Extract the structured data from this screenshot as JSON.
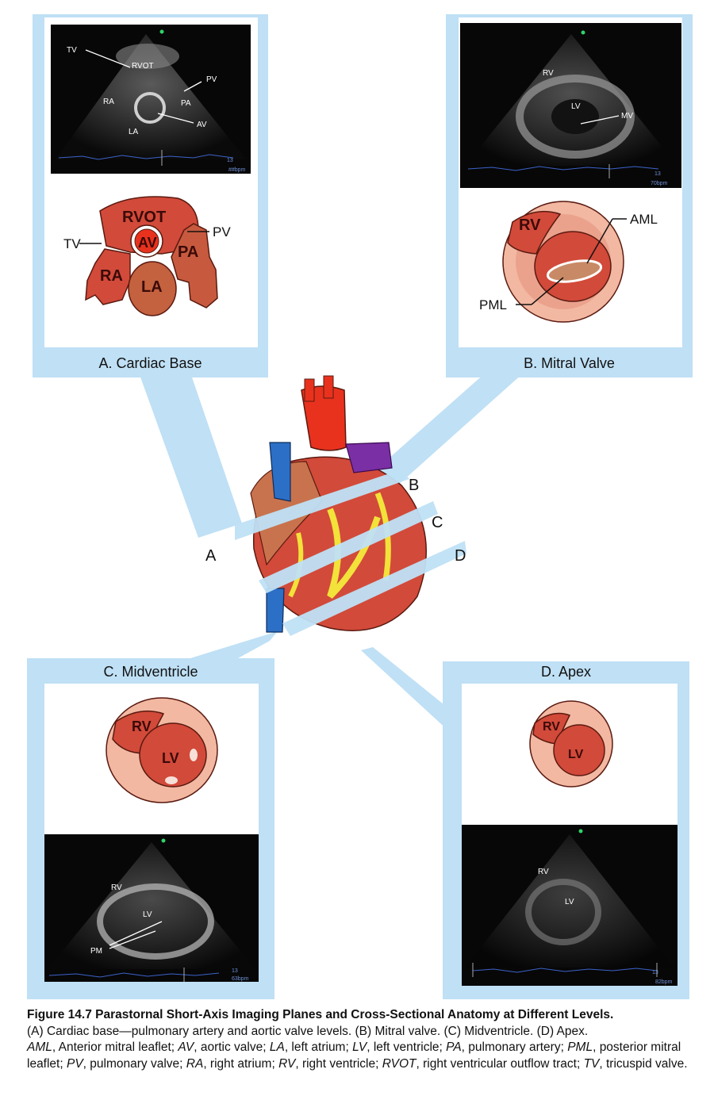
{
  "panels": {
    "a": {
      "title": "A. Cardiac Base",
      "echo_labels": {
        "tv": "TV",
        "rvot": "RVOT",
        "pv": "PV",
        "ra": "RA",
        "pa": "PA",
        "av": "AV",
        "la": "LA"
      },
      "echo_depth": "13",
      "echo_hr": "##bpm",
      "diagram_labels": {
        "rvot": "RVOT",
        "tv": "TV",
        "av": "AV",
        "pv": "PV",
        "pa": "PA",
        "ra": "RA",
        "la": "LA"
      }
    },
    "b": {
      "title": "B. Mitral Valve",
      "echo_labels": {
        "rv": "RV",
        "lv": "LV",
        "mv": "MV"
      },
      "echo_depth": "13",
      "echo_hr": "70bpm",
      "diagram_labels": {
        "rv": "RV",
        "aml": "AML",
        "pml": "PML"
      }
    },
    "c": {
      "title": "C. Midventricle",
      "diagram_labels": {
        "rv": "RV",
        "lv": "LV"
      },
      "echo_labels": {
        "rv": "RV",
        "lv": "LV",
        "pm": "PM"
      },
      "echo_depth": "13",
      "echo_hr": "63bpm"
    },
    "d": {
      "title": "D. Apex",
      "diagram_labels": {
        "rv": "RV",
        "lv": "LV"
      },
      "echo_labels": {
        "rv": "RV",
        "lv": "LV"
      },
      "echo_depth": "13",
      "echo_hr": "82bpm"
    }
  },
  "levels": {
    "a": "A",
    "b": "B",
    "c": "C",
    "d": "D"
  },
  "caption": {
    "figure_title": "Figure 14.7   Parastornal Short-Axis Imaging Planes and Cross-Sectional Anatomy at Different Levels.",
    "levels_text": "(A) Cardiac base—pulmonary artery and aortic valve levels. (B) Mitral valve. (C) Midventricle. (D) Apex.",
    "abbreviations": [
      {
        "abbr": "AML",
        "def": "Anterior mitral leaflet"
      },
      {
        "abbr": "AV",
        "def": "aortic valve"
      },
      {
        "abbr": "LA",
        "def": "left atrium"
      },
      {
        "abbr": "LV",
        "def": "left ventricle"
      },
      {
        "abbr": "PA",
        "def": "pulmonary artery"
      },
      {
        "abbr": "PML",
        "def": "posterior mitral leaflet"
      },
      {
        "abbr": "PV",
        "def": "pulmonary valve"
      },
      {
        "abbr": "RA",
        "def": "right atrium"
      },
      {
        "abbr": "RV",
        "def": "right ventricle"
      },
      {
        "abbr": "RVOT",
        "def": "right ventricular outflow tract"
      },
      {
        "abbr": "TV",
        "def": "tricuspid valve"
      }
    ]
  },
  "colors": {
    "panel_blue": "#bfe0f5",
    "muscle_red": "#d24a3a",
    "wall_pink": "#f2b8a2",
    "artery_red": "#e8321e",
    "vein_blue": "#2c6fc6",
    "pulmonary_purple": "#7b2fa4",
    "fat_yellow": "#f2e23a"
  }
}
